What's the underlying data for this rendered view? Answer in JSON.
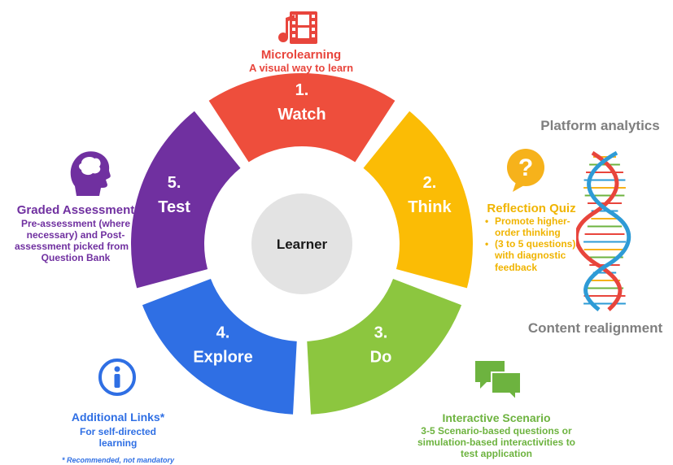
{
  "center": {
    "label": "Learner"
  },
  "segments": [
    {
      "number": "1.",
      "label": "Watch",
      "color": "#EE4E3C"
    },
    {
      "number": "2.",
      "label": "Think",
      "color": "#FBBC05"
    },
    {
      "number": "3.",
      "label": "Do",
      "color": "#8CC63F"
    },
    {
      "number": "4.",
      "label": "Explore",
      "color": "#2F6FE4"
    },
    {
      "number": "5.",
      "label": "Test",
      "color": "#7030A0"
    }
  ],
  "microlearning": {
    "title": "Microlearning",
    "subtitle": "A visual way to learn",
    "color": "#E8453C",
    "icon": "music-film-icon"
  },
  "reflection_quiz": {
    "title": "Reflection Quiz",
    "bullets": [
      "Promote higher-order thinking",
      "(3 to 5 questions) with diagnostic feedback"
    ],
    "color": "#F0B400",
    "icon": "question-bubble-icon"
  },
  "interactive_scenario": {
    "title": "Interactive Scenario",
    "description": "3-5 Scenario-based questions or simulation-based interactivities to test application",
    "color": "#6DB33F",
    "icon": "chat-bubbles-icon"
  },
  "additional_links": {
    "title": "Additional Links*",
    "description": "For self-directed learning",
    "note": "* Recommended, not mandatory",
    "color": "#2F6FE4",
    "icon": "info-circle-icon"
  },
  "graded_assessment": {
    "title": "Graded Assessment",
    "description": "Pre-assessment (where necessary) and Post-assessment picked from a Question Bank",
    "color": "#7030A0",
    "icon": "head-brain-icon"
  },
  "platform_analytics": {
    "label": "Platform analytics",
    "color": "#7F7F7F"
  },
  "content_realignment": {
    "label": "Content realignment",
    "color": "#7F7F7F"
  },
  "dna": {
    "icon": "dna-helix-icon"
  }
}
